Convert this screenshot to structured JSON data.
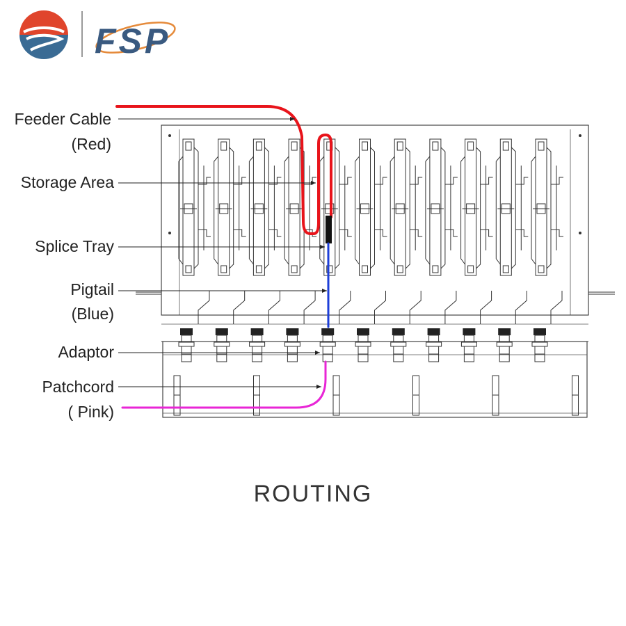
{
  "brand": {
    "name": "FSP",
    "colors": {
      "red": "#e0452c",
      "blue": "#3a5a80",
      "orange": "#e58a3a"
    }
  },
  "labels": [
    {
      "id": "feeder",
      "lines": [
        "Feeder Cable",
        "(Red)"
      ]
    },
    {
      "id": "storage",
      "lines": [
        "Storage Area"
      ]
    },
    {
      "id": "splice",
      "lines": [
        "Splice Tray"
      ]
    },
    {
      "id": "pigtail",
      "lines": [
        "Pigtail",
        "(Blue)"
      ]
    },
    {
      "id": "adaptor",
      "lines": [
        "Adaptor"
      ]
    },
    {
      "id": "patchcord",
      "lines": [
        "Patchcord",
        "( Pink)"
      ]
    }
  ],
  "caption": "ROUTING",
  "colors": {
    "feeder": "#e8141b",
    "pigtail": "#1e3fd8",
    "patchcord": "#e826d6",
    "drawing": "#333333"
  },
  "diagram": {
    "tray_count": 11,
    "adaptor_count": 11,
    "label_bar_count": 6
  }
}
